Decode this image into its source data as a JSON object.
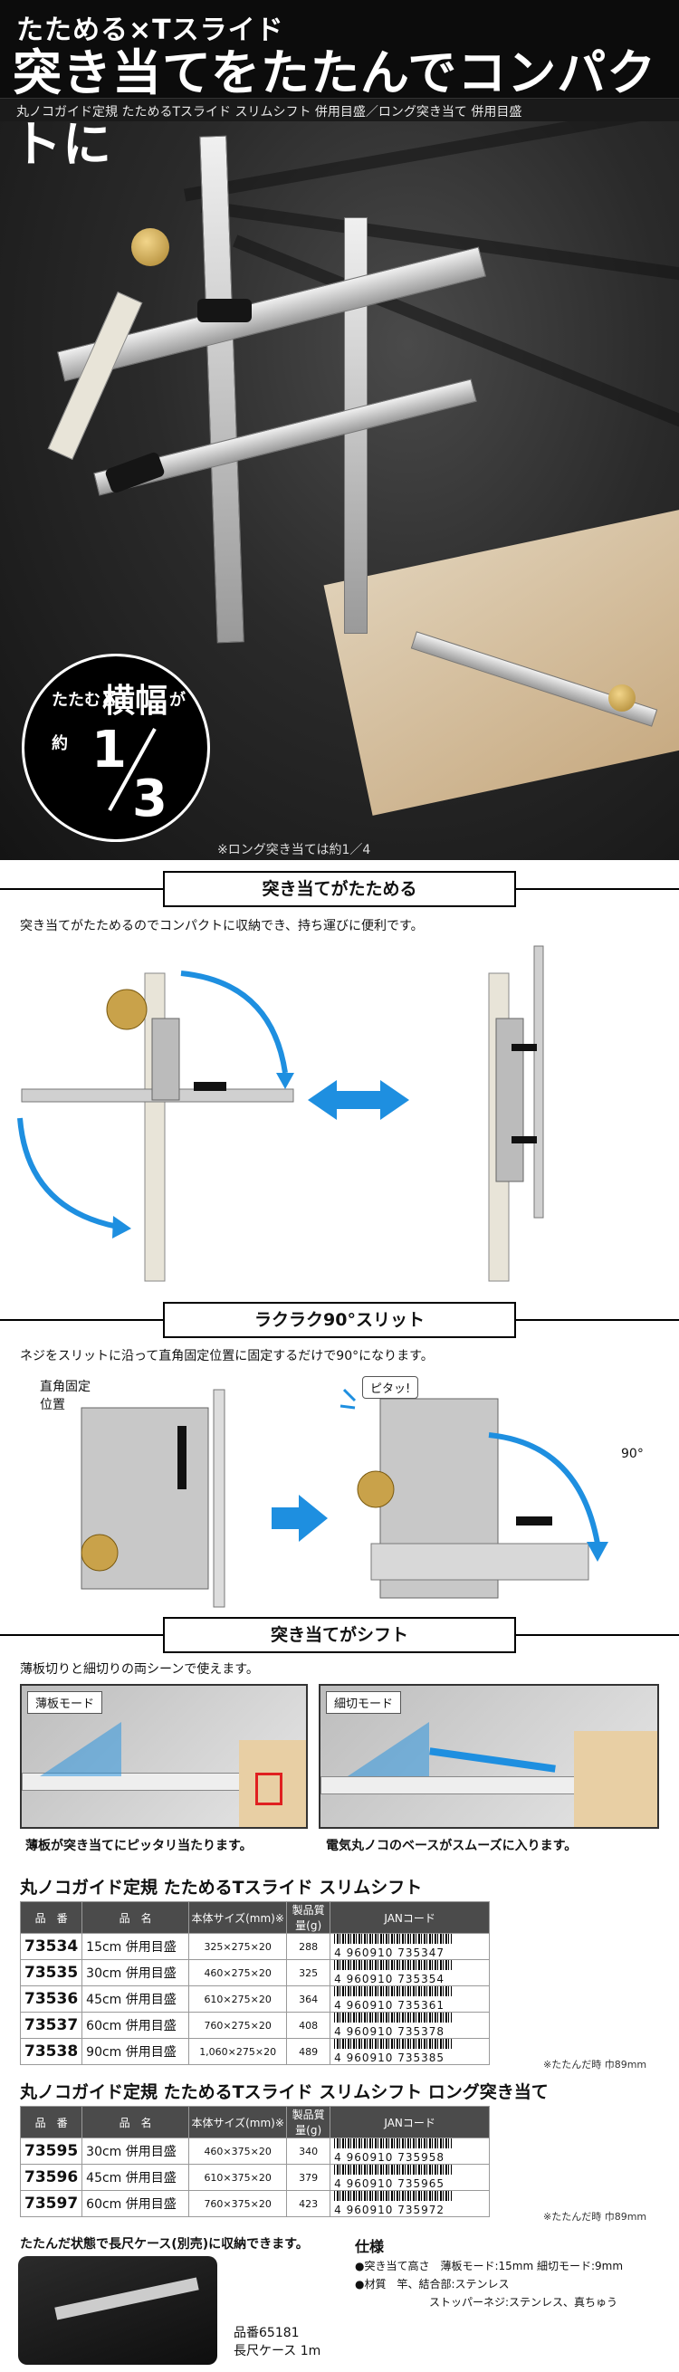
{
  "hero": {
    "subtitle": "たためる×Tスライド",
    "title": "突き当てをたたんでコンパクトに",
    "bar_text": "丸ノコガイド定規 たためるTスライド スリムシフト 併用目盛／ロング突き当て 併用目盛",
    "circle": {
      "pre": "たたむと",
      "big": "横幅",
      "post": "が",
      "approx": "約",
      "num": "1",
      "den": "3"
    },
    "note": "※ロング突き当ては約1／4"
  },
  "section1": {
    "title": "突き当てがたためる",
    "desc": "突き当てがたためるのでコンパクトに収納でき、持ち運びに便利です。"
  },
  "section2": {
    "title": "ラクラク90°スリット",
    "desc": "ネジをスリットに沿って直角固定位置に固定するだけで90°になります。",
    "label_fixed": "直角固定\n位置",
    "pita": "ピタッ!",
    "deg": "90°"
  },
  "section3": {
    "title": "突き当てがシフト",
    "desc": "薄板切りと細切りの両シーンで使えます。",
    "left": {
      "tag": "薄板モード",
      "caption": "薄板が突き当てにピッタリ当たります。"
    },
    "right": {
      "tag": "細切モード",
      "caption": "電気丸ノコのベースがスムーズに入ります。"
    }
  },
  "table1": {
    "title": "丸ノコガイド定規 たためるTスライド スリムシフト",
    "headers": [
      "品　番",
      "品　名",
      "本体サイズ(mm)※",
      "製品質量(g)",
      "JANコード"
    ],
    "rows": [
      [
        "73534",
        "15cm 併用目盛",
        "325×275×20",
        "288",
        "4 960910 735347"
      ],
      [
        "73535",
        "30cm 併用目盛",
        "460×275×20",
        "325",
        "4 960910 735354"
      ],
      [
        "73536",
        "45cm 併用目盛",
        "610×275×20",
        "364",
        "4 960910 735361"
      ],
      [
        "73537",
        "60cm 併用目盛",
        "760×275×20",
        "408",
        "4 960910 735378"
      ],
      [
        "73538",
        "90cm 併用目盛",
        "1,060×275×20",
        "489",
        "4 960910 735385"
      ]
    ],
    "note": "※たたんだ時 巾89mm"
  },
  "table2": {
    "title": "丸ノコガイド定規 たためるTスライド スリムシフト ロング突き当て",
    "headers": [
      "品　番",
      "品　名",
      "本体サイズ(mm)※",
      "製品質量(g)",
      "JANコード"
    ],
    "rows": [
      [
        "73595",
        "30cm 併用目盛",
        "460×375×20",
        "340",
        "4 960910 735958"
      ],
      [
        "73596",
        "45cm 併用目盛",
        "610×375×20",
        "379",
        "4 960910 735965"
      ],
      [
        "73597",
        "60cm 併用目盛",
        "760×375×20",
        "423",
        "4 960910 735972"
      ]
    ],
    "note": "※たたんだ時 巾89mm"
  },
  "bottom": {
    "case_text": "たたんだ状態で長尺ケース(別売)に収納できます。",
    "case_code": "品番65181",
    "case_name": "長尺ケース 1m",
    "spec_title": "仕様",
    "spec_1": "●突き当て高さ　薄板モード:15mm 細切モード:9mm",
    "spec_2": "●材質　竿、結合部:ステンレス",
    "spec_3": "ストッパーネジ:ステンレス、真ちゅう"
  },
  "colors": {
    "accent_blue": "#1e8fe0",
    "header_dark": "#4b4b4b"
  }
}
